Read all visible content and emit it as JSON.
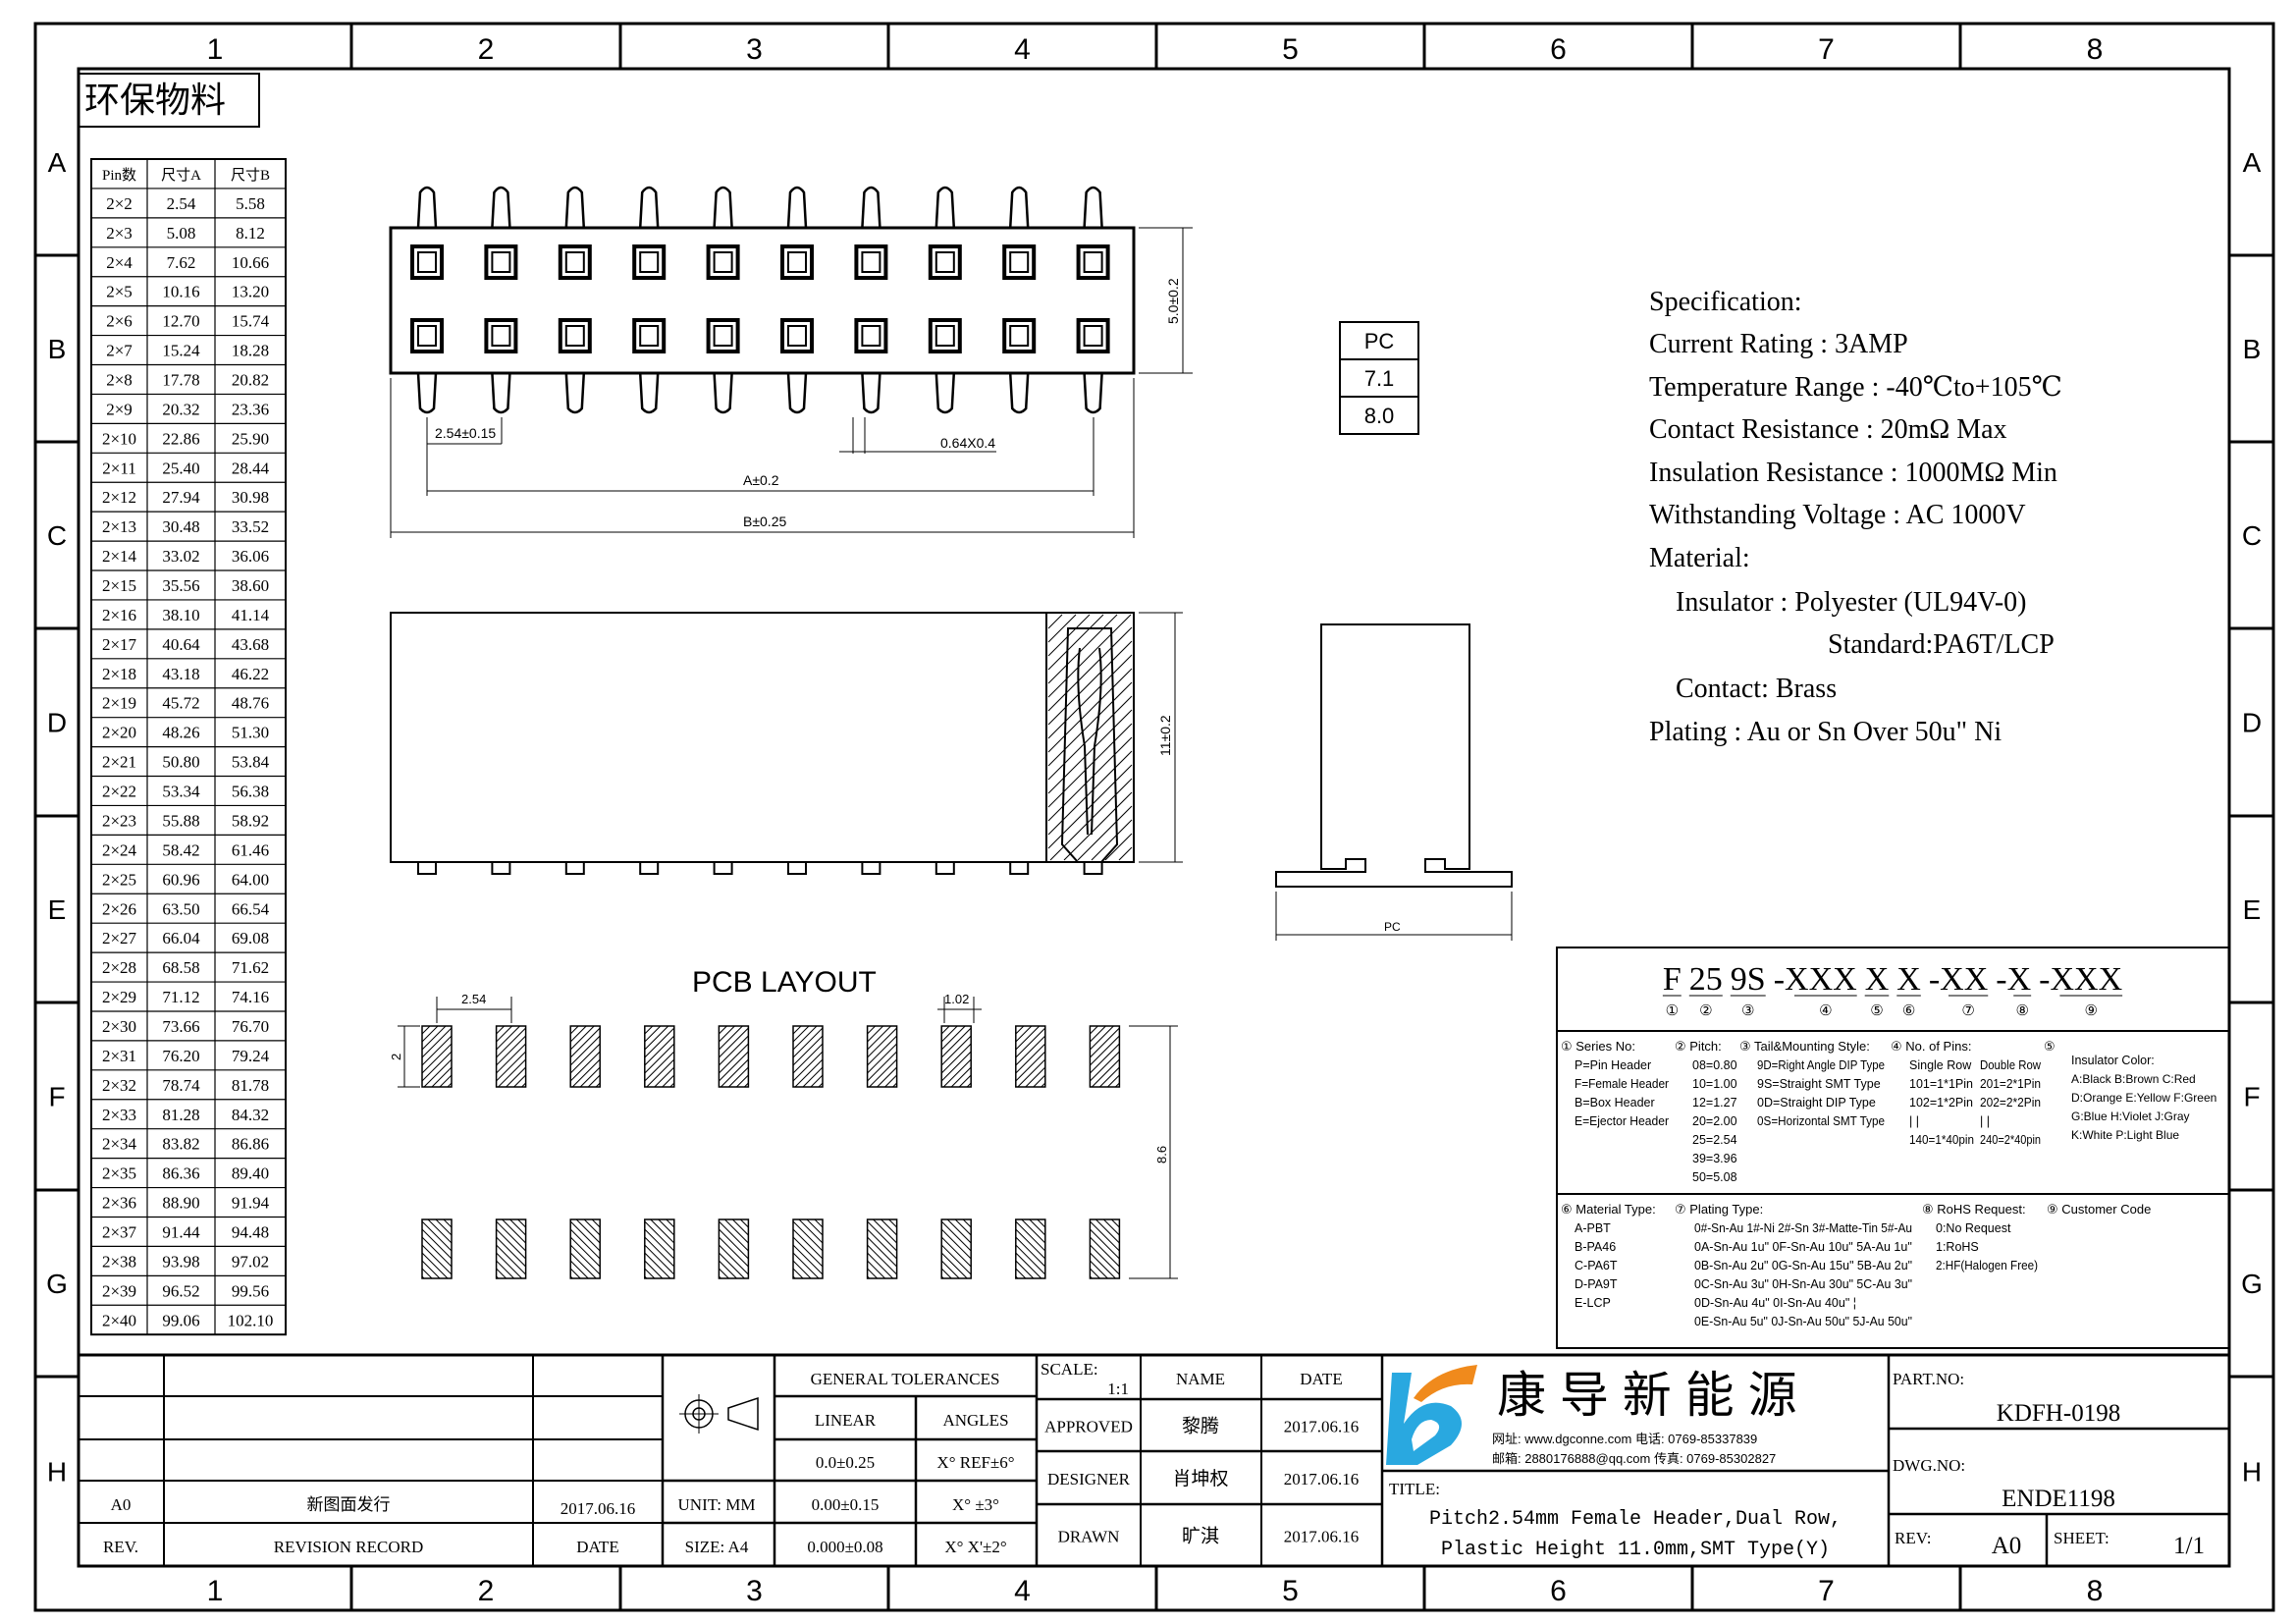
{
  "frame": {
    "columns": [
      "1",
      "2",
      "3",
      "4",
      "5",
      "6",
      "7",
      "8"
    ],
    "rows": [
      "A",
      "B",
      "C",
      "D",
      "E",
      "F",
      "G",
      "H"
    ]
  },
  "eco_label": "环保物料",
  "pin_table": {
    "headers": [
      "Pin数",
      "尺寸A",
      "尺寸B"
    ],
    "rows": [
      [
        "2×2",
        "2.54",
        "5.58"
      ],
      [
        "2×3",
        "5.08",
        "8.12"
      ],
      [
        "2×4",
        "7.62",
        "10.66"
      ],
      [
        "2×5",
        "10.16",
        "13.20"
      ],
      [
        "2×6",
        "12.70",
        "15.74"
      ],
      [
        "2×7",
        "15.24",
        "18.28"
      ],
      [
        "2×8",
        "17.78",
        "20.82"
      ],
      [
        "2×9",
        "20.32",
        "23.36"
      ],
      [
        "2×10",
        "22.86",
        "25.90"
      ],
      [
        "2×11",
        "25.40",
        "28.44"
      ],
      [
        "2×12",
        "27.94",
        "30.98"
      ],
      [
        "2×13",
        "30.48",
        "33.52"
      ],
      [
        "2×14",
        "33.02",
        "36.06"
      ],
      [
        "2×15",
        "35.56",
        "38.60"
      ],
      [
        "2×16",
        "38.10",
        "41.14"
      ],
      [
        "2×17",
        "40.64",
        "43.68"
      ],
      [
        "2×18",
        "43.18",
        "46.22"
      ],
      [
        "2×19",
        "45.72",
        "48.76"
      ],
      [
        "2×20",
        "48.26",
        "51.30"
      ],
      [
        "2×21",
        "50.80",
        "53.84"
      ],
      [
        "2×22",
        "53.34",
        "56.38"
      ],
      [
        "2×23",
        "55.88",
        "58.92"
      ],
      [
        "2×24",
        "58.42",
        "61.46"
      ],
      [
        "2×25",
        "60.96",
        "64.00"
      ],
      [
        "2×26",
        "63.50",
        "66.54"
      ],
      [
        "2×27",
        "66.04",
        "69.08"
      ],
      [
        "2×28",
        "68.58",
        "71.62"
      ],
      [
        "2×29",
        "71.12",
        "74.16"
      ],
      [
        "2×30",
        "73.66",
        "76.70"
      ],
      [
        "2×31",
        "76.20",
        "79.24"
      ],
      [
        "2×32",
        "78.74",
        "81.78"
      ],
      [
        "2×33",
        "81.28",
        "84.32"
      ],
      [
        "2×34",
        "83.82",
        "86.86"
      ],
      [
        "2×35",
        "86.36",
        "89.40"
      ],
      [
        "2×36",
        "88.90",
        "91.94"
      ],
      [
        "2×37",
        "91.44",
        "94.48"
      ],
      [
        "2×38",
        "93.98",
        "97.02"
      ],
      [
        "2×39",
        "96.52",
        "99.56"
      ],
      [
        "2×40",
        "99.06",
        "102.10"
      ]
    ]
  },
  "top_view": {
    "pin_columns": 10,
    "dim_height": "5.0±0.2",
    "dim_pitch": "2.54±0.15",
    "dim_pin": "0.64X0.4",
    "dim_a": "A±0.2",
    "dim_b": "B±0.25"
  },
  "pc_table": [
    "PC",
    "7.1",
    "8.0"
  ],
  "side_view": {
    "dim_height": "11±0.2"
  },
  "end_view": {
    "dim_width": "PC"
  },
  "pcb_layout": {
    "title": "PCB LAYOUT",
    "pad_columns": 10,
    "dim_pitch": "2.54",
    "dim_pad": "1.02",
    "dim_pad_height": "2",
    "dim_row_span": "8.6"
  },
  "specification": {
    "lines": [
      "Specification:",
      "Current Rating : 3AMP",
      "Temperature Range : -40℃to+105℃",
      "Contact Resistance : 20mΩ Max",
      "Insulation Resistance : 1000MΩ Min",
      "Withstanding Voltage : AC 1000V",
      "Material:",
      "Insulator : Polyester (UL94V-0)",
      "Standard:PA6T/LCP",
      "Contact: Brass",
      "Plating : Au or Sn Over 50u\" Ni"
    ]
  },
  "part_code": {
    "segments": [
      "F",
      "25",
      "9S",
      "-XXX",
      "X",
      "X",
      "-XX",
      "-X",
      "-XXX"
    ],
    "markers": [
      "①",
      "②",
      "③",
      "④",
      "⑤",
      "⑥",
      "⑦",
      "⑧",
      "⑨"
    ],
    "series": {
      "title": "① Series No:",
      "items": [
        "P=Pin Header",
        "F=Female Header",
        "B=Box Header",
        "E=Ejector Header"
      ]
    },
    "pitch": {
      "title": "② Pitch:",
      "items": [
        "08=0.80",
        "10=1.00",
        "12=1.27",
        "20=2.00",
        "25=2.54",
        "39=3.96",
        "50=5.08"
      ]
    },
    "tail": {
      "title": "③ Tail&Mounting Style:",
      "items": [
        "9D=Right Angle DIP Type",
        "9S=Straight SMT Type",
        "0D=Straight DIP Type",
        "0S=Horizontal SMT Type"
      ]
    },
    "pins": {
      "title": "④ No. of Pins:",
      "single_label": "Single Row",
      "double_label": "Double Row",
      "single": [
        "101=1*1Pin",
        "102=1*2Pin",
        "|  |",
        "140=1*40pin"
      ],
      "double": [
        "201=2*1Pin",
        "202=2*2Pin",
        "|  |",
        "240=2*40pin"
      ]
    },
    "color": {
      "title": "⑤",
      "subtitle": "Insulator Color:",
      "items": [
        "A:Black  B:Brown  C:Red",
        "D:Orange E:Yellow F:Green",
        "G:Blue   H:Violet J:Gray",
        "K:White  P:Light Blue"
      ]
    },
    "material": {
      "title": "⑥ Material Type:",
      "items": [
        "A-PBT",
        "B-PA46",
        "C-PA6T",
        "D-PA9T",
        "E-LCP"
      ]
    },
    "plating": {
      "title": "⑦ Plating Type:",
      "items": [
        "0#-Sn-Au 1#-Ni 2#-Sn 3#-Matte-Tin 5#-Au",
        "0A-Sn-Au 1u\"  0F-Sn-Au 10u\"  5A-Au 1u\"",
        "0B-Sn-Au 2u\"  0G-Sn-Au 15u\"  5B-Au 2u\"",
        "0C-Sn-Au 3u\"  0H-Sn-Au 30u\"  5C-Au 3u\"",
        "0D-Sn-Au 4u\"  0I-Sn-Au 40u\"      ¦",
        "0E-Sn-Au 5u\"  0J-Sn-Au 50u\"  5J-Au 50u\""
      ]
    },
    "rohs": {
      "title": "⑧ RoHS Request:",
      "items": [
        "0:No Request",
        "1:RoHS",
        "2:HF(Halogen Free)"
      ]
    },
    "customer": {
      "title": "⑨ Customer Code"
    }
  },
  "title_block": {
    "revision": {
      "rev": "A0",
      "record": "新图面发行",
      "date": "2017.06.16",
      "rev_label": "REV.",
      "record_label": "REVISION RECORD",
      "date_label": "DATE"
    },
    "unit": "UNIT: MM",
    "size": "SIZE: A4",
    "tolerances": {
      "title": "GENERAL TOLERANCES",
      "linear_label": "LINEAR",
      "angles_label": "ANGLES",
      "linear": [
        "0.0±0.25",
        "0.00±0.15",
        "0.000±0.08"
      ],
      "angles": [
        "X° REF±6°",
        "X° ±3°",
        "X° X'±2°"
      ]
    },
    "scale_label": "SCALE:",
    "scale": "1:1",
    "name_label": "NAME",
    "date_label": "DATE",
    "people": [
      {
        "role": "APPROVED",
        "name": "黎腾",
        "date": "2017.06.16"
      },
      {
        "role": "DESIGNER",
        "name": "肖坤权",
        "date": "2017.06.16"
      },
      {
        "role": "DRAWN",
        "name": "旷淇",
        "date": "2017.06.16"
      }
    ],
    "company": {
      "name": "康 导 新 能 源",
      "line1": "网址: www.dgconne.com   电话: 0769-85337839",
      "line2": "邮箱: 2880176888@qq.com  传真: 0769-85302827",
      "brand_blue": "#29a8e0",
      "brand_orange": "#f08a1c"
    },
    "title_label": "TITLE:",
    "title_line1": "Pitch2.54mm Female Header,Dual Row,",
    "title_line2": "Plastic Height 11.0mm,SMT Type(Y)",
    "part_no_label": "PART.NO:",
    "part_no": "KDFH-0198",
    "dwg_no_label": "DWG.NO:",
    "dwg_no": "ENDE1198",
    "rev_label": "REV:",
    "rev": "A0",
    "sheet_label": "SHEET:",
    "sheet": "1/1"
  }
}
